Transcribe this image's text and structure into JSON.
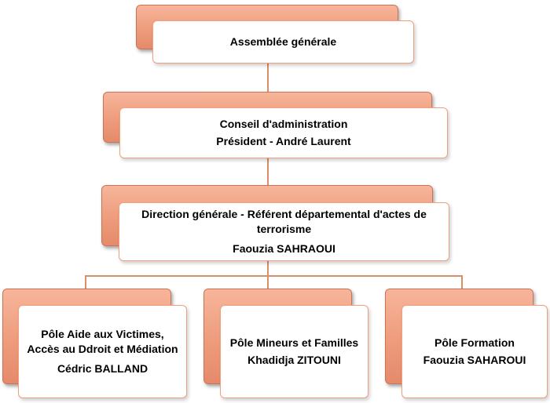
{
  "colors": {
    "back_box": "#ee9c7c",
    "front_border": "#f0a07f",
    "connector": "#d9906a",
    "text": "#000000"
  },
  "org_chart": {
    "assembly": {
      "title": "Assemblée générale"
    },
    "board": {
      "title": "Conseil d'administration",
      "president": "Président - André Laurent"
    },
    "direction": {
      "title_line1": "Direction générale - Référent départemental d'actes de",
      "title_line2": "terrorisme",
      "person": "Faouzia SAHRAOUI"
    },
    "poles": [
      {
        "title_line1": "Pôle Aide aux Victimes,",
        "title_line2": "Accès au Ddroit et Médiation",
        "person": "Cédric BALLAND"
      },
      {
        "title_line1": "Pôle Mineurs et Familles",
        "person": "Khadidja ZITOUNI"
      },
      {
        "title_line1": "Pôle Formation",
        "person": "Faouzia SAHAROUI"
      }
    ]
  }
}
